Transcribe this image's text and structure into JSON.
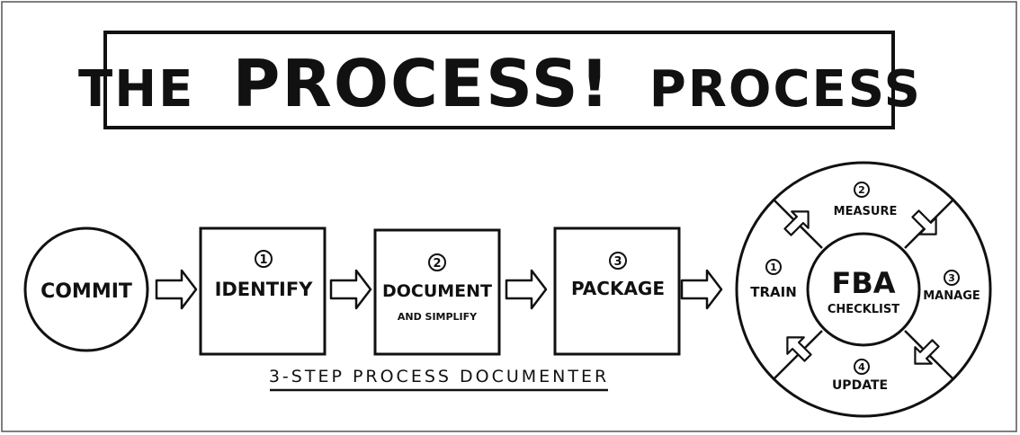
{
  "title": {
    "part1": "THE",
    "part2": "PROCESS!",
    "part3": "PROCESS"
  },
  "commit": {
    "label": "COMMIT"
  },
  "steps": [
    {
      "number": "1",
      "label": "IDENTIFY",
      "sublabel": ""
    },
    {
      "number": "2",
      "label": "DOCUMENT",
      "sublabel": "AND SIMPLIFY"
    },
    {
      "number": "3",
      "label": "PACKAGE",
      "sublabel": ""
    }
  ],
  "documenter_label": "3-STEP PROCESS DOCUMENTER",
  "cycle": {
    "center_line1": "FBA",
    "center_line2": "CHECKLIST",
    "stages": [
      {
        "number": "1",
        "label": "TRAIN"
      },
      {
        "number": "2",
        "label": "MEASURE"
      },
      {
        "number": "3",
        "label": "MANAGE"
      },
      {
        "number": "4",
        "label": "UPDATE"
      }
    ]
  },
  "colors": {
    "ink": "#111111",
    "background": "#ffffff",
    "frame": "#555555"
  }
}
